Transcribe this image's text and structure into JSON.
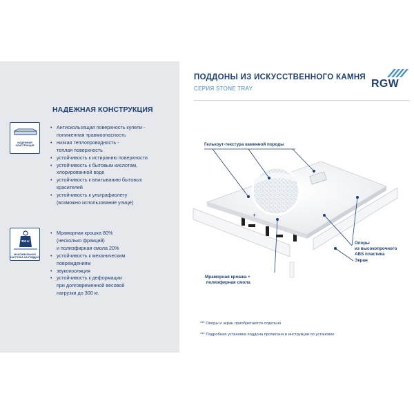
{
  "header": {
    "title": "ПОДДОНЫ ИЗ ИСКУССТВЕННОГО КАМНЯ",
    "subtitle": "СЕРИЯ STONE TRAY",
    "brand": "RGW"
  },
  "colors": {
    "primary": "#1e3f73",
    "accent": "#3f8ec9",
    "panel": "#e6e8ec"
  },
  "left_panel": {
    "section_title": "НАДЕЖНАЯ КОНСТРУКЦИЯ",
    "block1": {
      "icon": "shower-tray-icon",
      "caption": [
        "НАДЕЖНАЯ",
        "КОНСТРУКЦИЯ"
      ],
      "items": [
        [
          "Антискользящая поверхность купели -",
          "пониженная травмоопасность"
        ],
        [
          "низкая теплопроводность -",
          "теплая поверхность"
        ],
        [
          "устойчивость к истиранию поверхности"
        ],
        [
          "устойчивость к бытовым кислотам,",
          "хлорированной воде"
        ],
        [
          "устойчивость к впитыванию бытовых",
          "красителей"
        ],
        [
          "устойчивость к ультрафиолету",
          "(возможно использование улице)"
        ]
      ]
    },
    "block2": {
      "icon": "weight-icon",
      "weight_label": "300 кг",
      "caption": [
        "МАКСИМАЛЬНАЯ",
        "НАГРУЗКА НА ПОДДОН"
      ],
      "items": [
        [
          "Мраморная крошка 80%",
          "(несколько фракций)",
          "и полиэфирная смола 20%"
        ],
        [
          "устойчивость к механическим",
          "повреждениям"
        ],
        [
          "звукоизоляция"
        ],
        [
          "устойчивость к деформации",
          "при долговременной весовой",
          "нагрузки до 300 кг."
        ]
      ]
    }
  },
  "illustration": {
    "callouts": {
      "gelcoat": "Гелькоут-текстура каменной породы",
      "supports": [
        "Опоры",
        "из высокопрочного",
        "ABS пластика"
      ],
      "screen": "Экран",
      "marble": [
        "Мраморная крошка +",
        "полиэфирная смола"
      ]
    }
  },
  "footnotes": [
    "*** Опоры и экран приобретаются отдельно",
    "*** Подробная установка поддона прописана в инструкции по установке"
  ]
}
